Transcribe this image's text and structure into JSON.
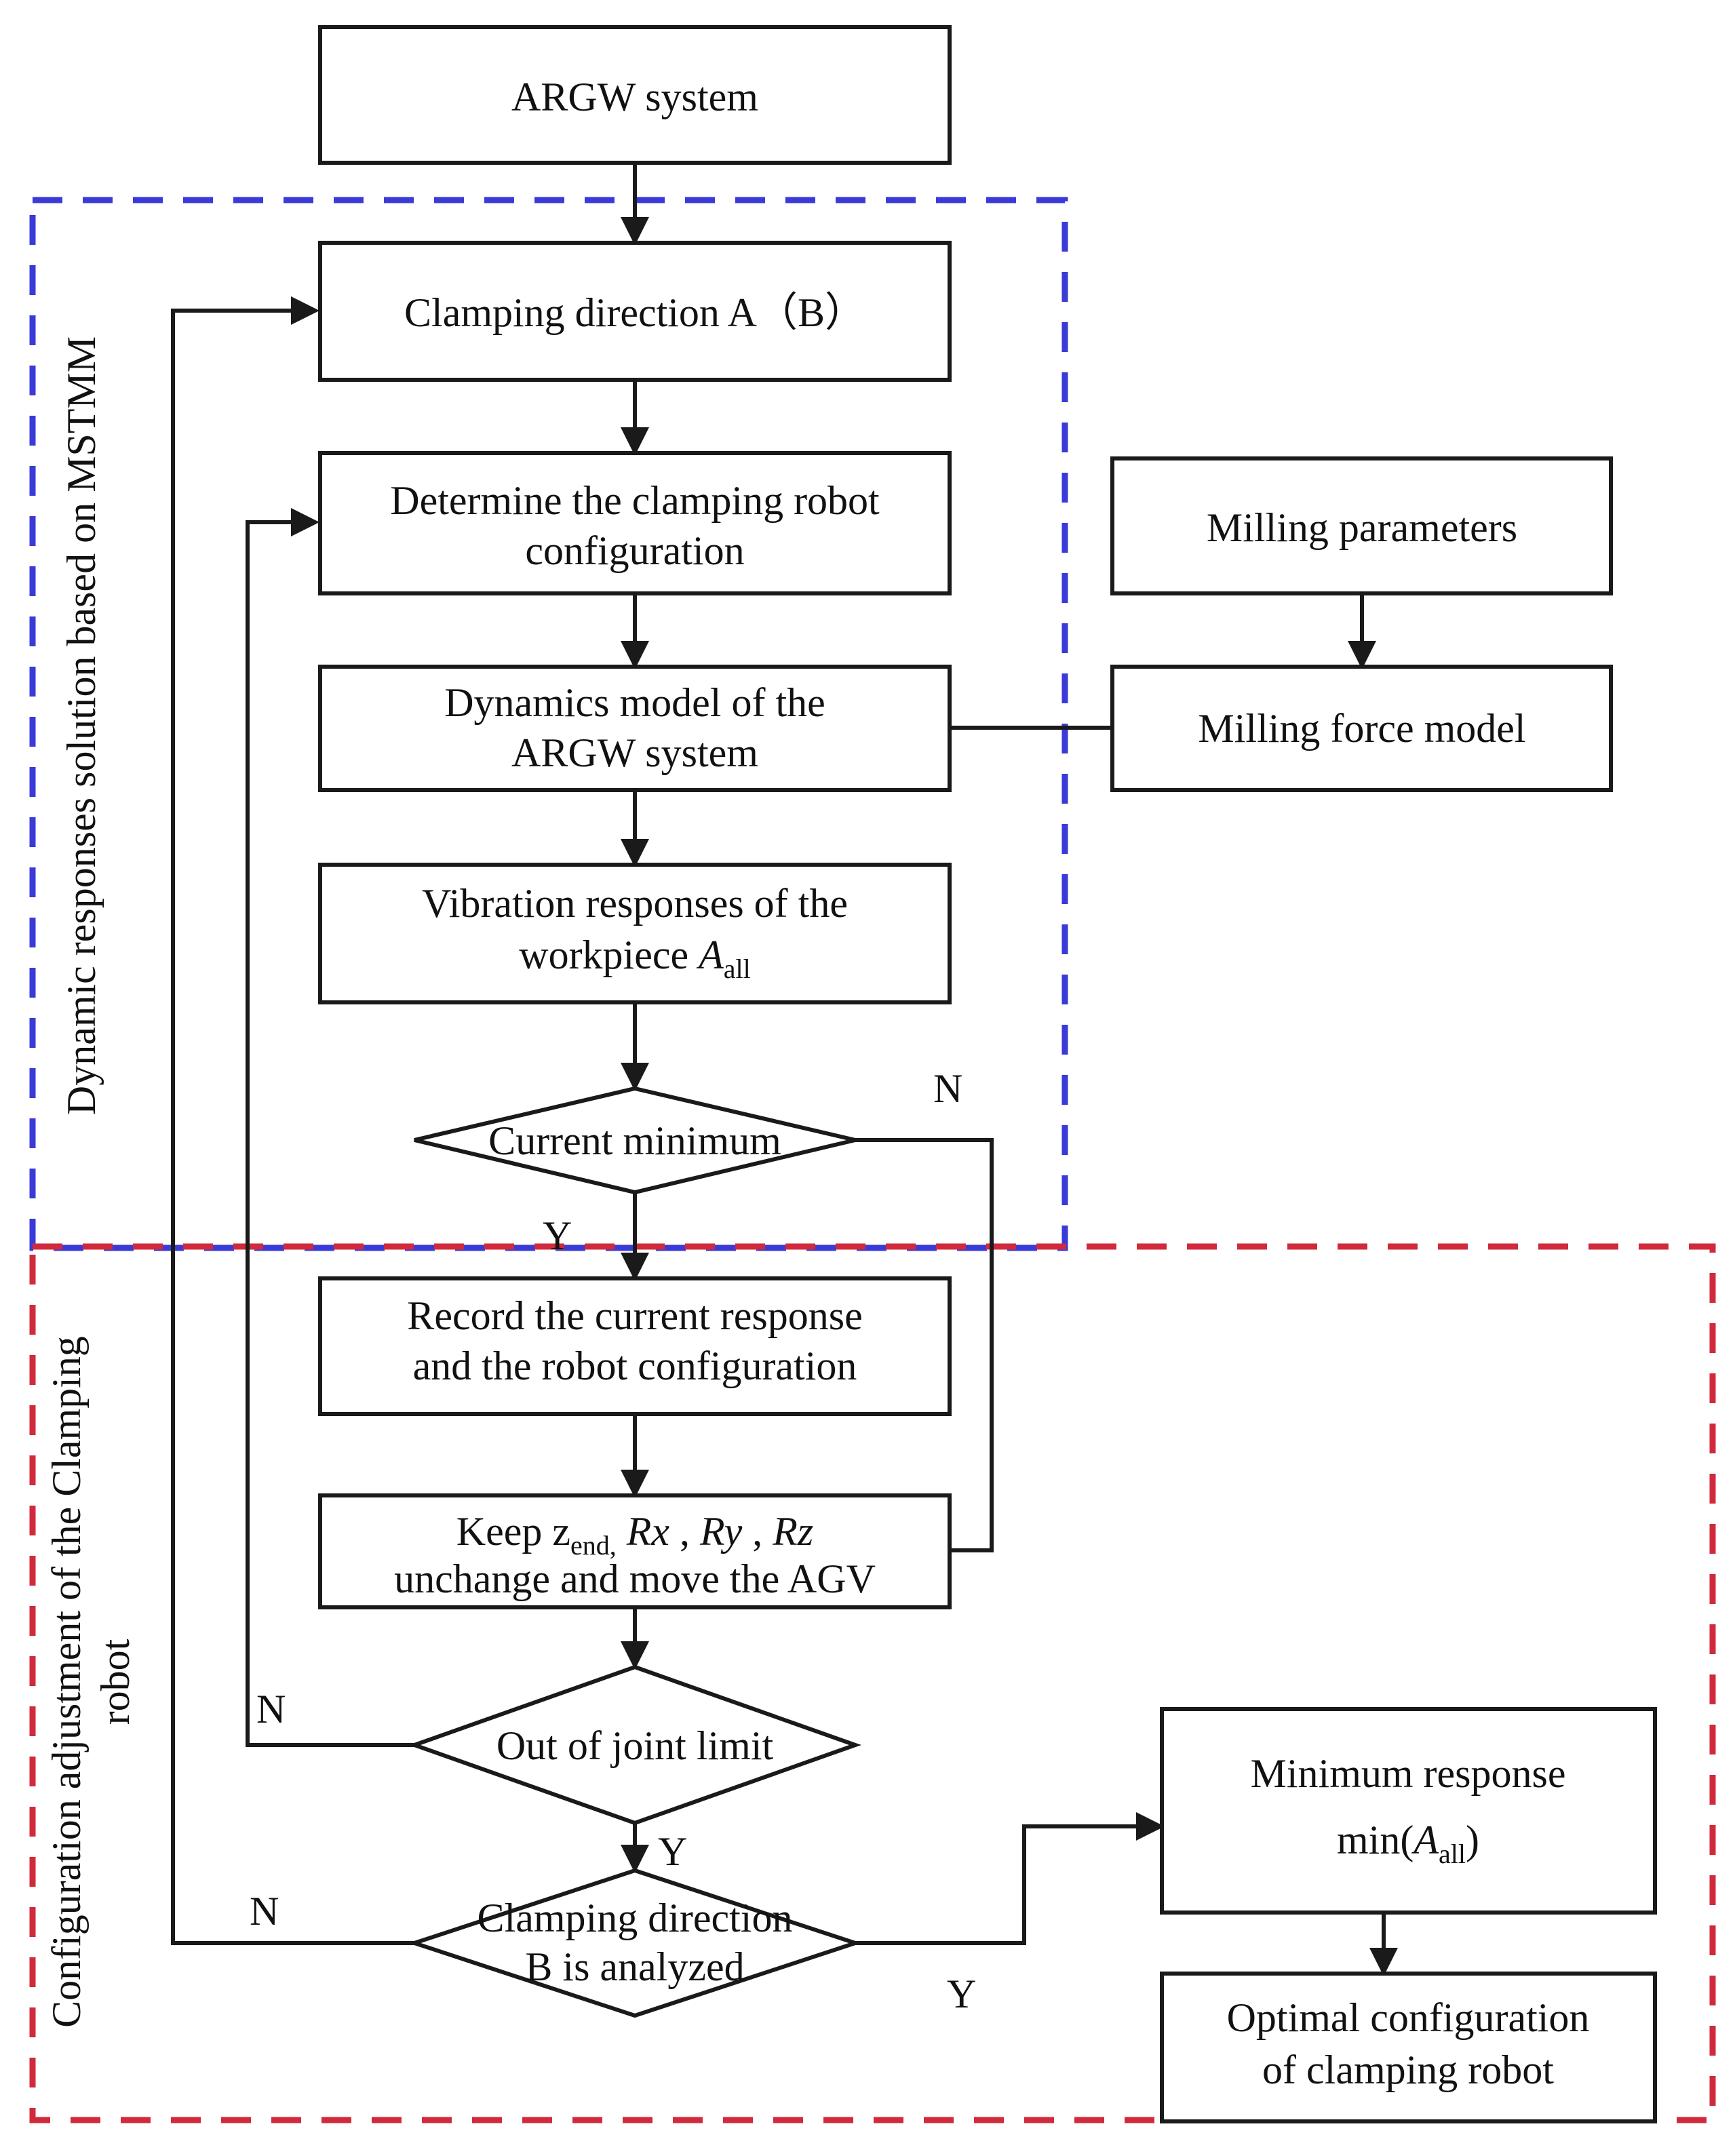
{
  "diagram": {
    "title": "ARGW system clamping robot configuration optimization flowchart",
    "regions": [
      {
        "id": "blue",
        "label": "Dynamic responses solution based on MSTMM",
        "color": "#3a3ad8",
        "style": "dashed"
      },
      {
        "id": "red",
        "label_line1": "Configuration adjustment of the Clamping",
        "label_line2": "robot",
        "color": "#d02a3c",
        "style": "dashed"
      }
    ],
    "nodes": [
      {
        "id": "argw",
        "type": "process",
        "lines": [
          "ARGW system"
        ]
      },
      {
        "id": "clampdir",
        "type": "process",
        "lines": [
          "Clamping direction A（B）"
        ]
      },
      {
        "id": "determine",
        "type": "process",
        "lines": [
          "Determine the clamping robot",
          "configuration"
        ]
      },
      {
        "id": "dynmodel",
        "type": "process",
        "lines": [
          "Dynamics model of the",
          "ARGW system"
        ]
      },
      {
        "id": "vibration",
        "type": "process",
        "lines": [
          "Vibration responses of the",
          "workpiece A_all"
        ],
        "math": "workpiece A(all)"
      },
      {
        "id": "curmin",
        "type": "decision",
        "lines": [
          "Current minimum"
        ]
      },
      {
        "id": "record",
        "type": "process",
        "lines": [
          "Record the current response",
          "and the robot configuration"
        ]
      },
      {
        "id": "keep",
        "type": "process",
        "lines": [
          "Keep z_end, Rx , Ry , Rz",
          "unchange and move the AGV"
        ],
        "math": "Keep z(end), Rx, Ry, Rz"
      },
      {
        "id": "jointlimit",
        "type": "decision",
        "lines": [
          "Out of joint limit"
        ]
      },
      {
        "id": "dirB",
        "type": "decision",
        "lines": [
          "Clamping direction",
          "B is analyzed"
        ]
      },
      {
        "id": "millparams",
        "type": "process",
        "lines": [
          "Milling parameters"
        ]
      },
      {
        "id": "millforce",
        "type": "process",
        "lines": [
          "Milling force model"
        ]
      },
      {
        "id": "minresp",
        "type": "process",
        "lines": [
          "Minimum response",
          "min(A_all)"
        ],
        "math": "min(A(all))"
      },
      {
        "id": "optconfig",
        "type": "process",
        "lines": [
          "Optimal configuration",
          "of clamping robot"
        ]
      }
    ],
    "edge_labels": {
      "curmin_no": "N",
      "curmin_yes": "Y",
      "jointlimit_no": "N",
      "jointlimit_yes": "Y",
      "dirB_no": "N",
      "dirB_yes": "Y"
    },
    "text": {
      "argw": "ARGW system",
      "clampdir": "Clamping direction A（B）",
      "determine_l1": "Determine the clamping robot",
      "determine_l2": "configuration",
      "dynmodel_l1": "Dynamics model of the",
      "dynmodel_l2": "ARGW system",
      "vibration_l1": "Vibration responses of the",
      "vibration_l2_pre": "workpiece ",
      "vibration_l2_var": "A",
      "vibration_l2_sub": "all",
      "curmin": "Current minimum",
      "record_l1": "Record the current response",
      "record_l2": "and the robot configuration",
      "keep_l1_pre": "Keep z",
      "keep_l1_sub": "end,",
      "keep_l1_rx": "Rx",
      "keep_l1_sep1": " , ",
      "keep_l1_ry": "Ry",
      "keep_l1_sep2": " , ",
      "keep_l1_rz": "Rz",
      "keep_l2": "unchange and move the AGV",
      "jointlimit": "Out of joint limit",
      "dirB_l1": "Clamping direction",
      "dirB_l2": "B is analyzed",
      "millparams": "Milling parameters",
      "millforce": "Milling force model",
      "minresp_l1": "Minimum response",
      "minresp_l2_pre": "min(",
      "minresp_l2_var": "A",
      "minresp_l2_sub": "all",
      "minresp_l2_post": ")",
      "optconfig_l1": "Optimal configuration",
      "optconfig_l2": "of clamping robot",
      "region_blue": "Dynamic responses solution based on MSTMM",
      "region_red_l1": "Configuration adjustment of the Clamping",
      "region_red_l2": "robot",
      "N1": "N",
      "Y1": "Y",
      "N2": "N",
      "Y2": "Y",
      "N3": "N",
      "Y3": "Y"
    }
  }
}
